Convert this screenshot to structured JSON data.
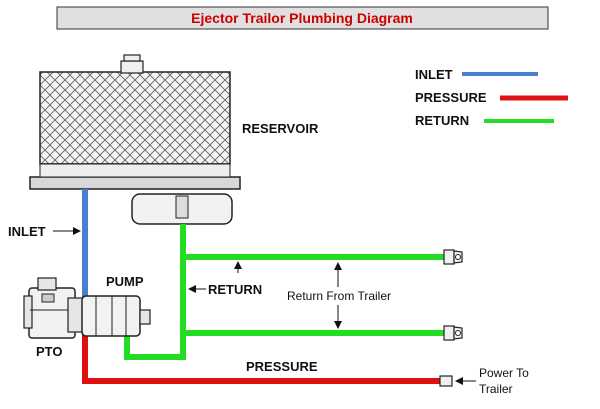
{
  "title": "Ejector Trailor Plumbing Diagram",
  "legend": {
    "inlet": "INLET",
    "pressure": "PRESSURE",
    "return": "RETURN"
  },
  "labels": {
    "reservoir": "RESERVOIR",
    "inlet": "INLET",
    "pump": "PUMP",
    "return": "RETURN",
    "pto": "PTO",
    "pressure": "PRESSURE",
    "return_from_trailer": "Return From Trailer",
    "power_to_trailer_line1": "Power To",
    "power_to_trailer_line2": "Trailer"
  },
  "colors": {
    "inlet": "#4a7fd0",
    "pressure": "#e01010",
    "return": "#22dd22",
    "title_text": "#cc0000",
    "title_bg": "#e0e0e0"
  }
}
